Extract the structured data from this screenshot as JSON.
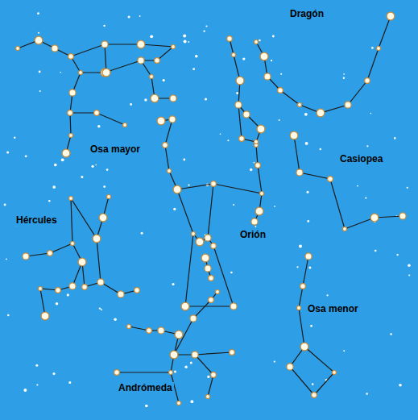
{
  "diagram": {
    "labels": [
      "Dragón",
      "Osa mayor",
      "Casiopea",
      "Hércules",
      "Orión",
      "Osa menor",
      "Andrómeda"
    ]
  }
}
